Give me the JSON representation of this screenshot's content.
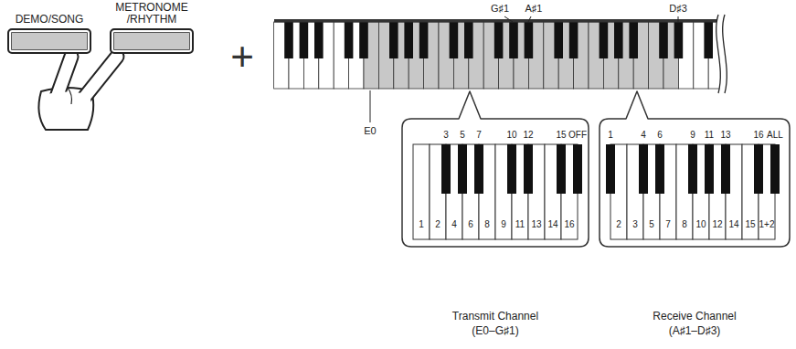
{
  "diagram": {
    "nodes": [
      {
        "text": [
          "DEMO/SONG"
        ]
      },
      {
        "text": [
          "METRONOME /RHYTHM"
        ]
      },
      {
        "text": [
          "Transmit Channel",
          "(E0–G♯1)"
        ]
      },
      {
        "text": [
          "Receive Channel",
          "(A♯1–D♯3)"
        ]
      }
    ],
    "labels": [
      "+",
      "G♯1",
      "A♯1",
      "D♯3",
      "E0",
      "3",
      "5",
      "7",
      "10",
      "12",
      "15",
      "OFF",
      "1",
      "2",
      "4",
      "6",
      "8",
      "9",
      "11",
      "13",
      "14",
      "16",
      "1",
      "4",
      "6",
      "9",
      "11",
      "13",
      "16",
      "ALL",
      "2",
      "3",
      "5",
      "7",
      "8",
      "10",
      "12",
      "14",
      "15",
      "1+2"
    ]
  }
}
